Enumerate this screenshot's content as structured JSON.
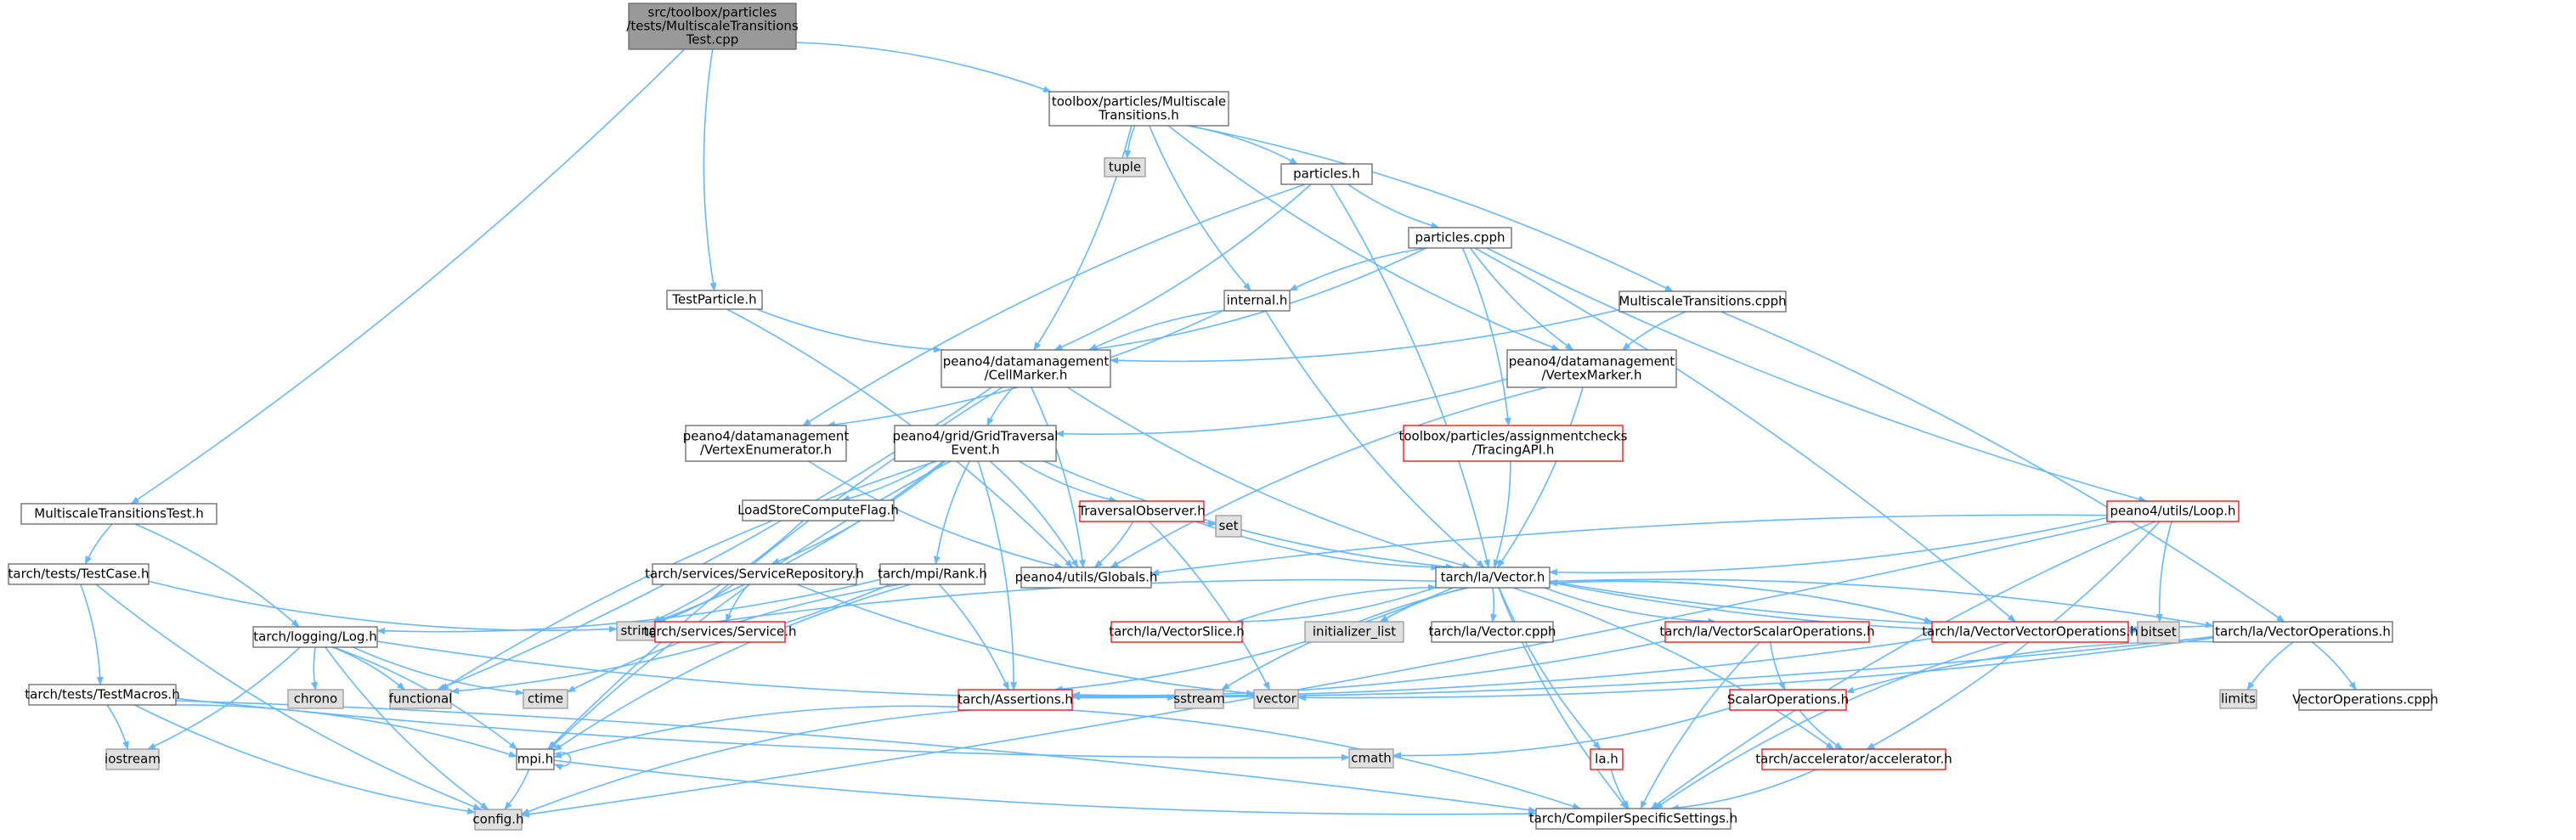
{
  "graph": {
    "nodes": [
      {
        "id": "root",
        "lines": [
          "src/toolbox/particles",
          "/tests/MultiscaleTransitions",
          "Test.cpp"
        ],
        "style": "root"
      },
      {
        "id": "tpMulti",
        "lines": [
          "toolbox/particles/Multiscale",
          "Transitions.h"
        ],
        "style": "normal"
      },
      {
        "id": "testParticle",
        "lines": [
          "TestParticle.h"
        ],
        "style": "normal"
      },
      {
        "id": "multiTest",
        "lines": [
          "MultiscaleTransitionsTest.h"
        ],
        "style": "normal"
      },
      {
        "id": "tuple",
        "lines": [
          "tuple"
        ],
        "style": "system"
      },
      {
        "id": "particlesH",
        "lines": [
          "particles.h"
        ],
        "style": "normal"
      },
      {
        "id": "particlesCpph",
        "lines": [
          "particles.cpph"
        ],
        "style": "normal"
      },
      {
        "id": "internal",
        "lines": [
          "internal.h"
        ],
        "style": "normal"
      },
      {
        "id": "multiCpph",
        "lines": [
          "MultiscaleTransitions.cpph"
        ],
        "style": "normal"
      },
      {
        "id": "cellMarker",
        "lines": [
          "peano4/datamanagement",
          "/CellMarker.h"
        ],
        "style": "normal"
      },
      {
        "id": "vertexMarker",
        "lines": [
          "peano4/datamanagement",
          "/VertexMarker.h"
        ],
        "style": "normal"
      },
      {
        "id": "vertexEnum",
        "lines": [
          "peano4/datamanagement",
          "/VertexEnumerator.h"
        ],
        "style": "normal"
      },
      {
        "id": "gridTraversal",
        "lines": [
          "peano4/grid/GridTraversal",
          "Event.h"
        ],
        "style": "normal"
      },
      {
        "id": "tracing",
        "lines": [
          "toolbox/particles/assignmentchecks",
          "/TracingAPI.h"
        ],
        "style": "truncated"
      },
      {
        "id": "loop",
        "lines": [
          "peano4/utils/Loop.h"
        ],
        "style": "truncated"
      },
      {
        "id": "testCase",
        "lines": [
          "tarch/tests/TestCase.h"
        ],
        "style": "normal"
      },
      {
        "id": "loadStore",
        "lines": [
          "LoadStoreComputeFlag.h"
        ],
        "style": "normal"
      },
      {
        "id": "travObs",
        "lines": [
          "TraversalObserver.h"
        ],
        "style": "truncated"
      },
      {
        "id": "set",
        "lines": [
          "set"
        ],
        "style": "system"
      },
      {
        "id": "globals",
        "lines": [
          "peano4/utils/Globals.h"
        ],
        "style": "normal"
      },
      {
        "id": "vector",
        "lines": [
          "tarch/la/Vector.h"
        ],
        "style": "normal"
      },
      {
        "id": "serviceRepo",
        "lines": [
          "tarch/services/ServiceRepository.h"
        ],
        "style": "normal"
      },
      {
        "id": "rank",
        "lines": [
          "tarch/mpi/Rank.h"
        ],
        "style": "normal"
      },
      {
        "id": "string",
        "lines": [
          "string"
        ],
        "style": "system"
      },
      {
        "id": "service",
        "lines": [
          "tarch/services/Service.h"
        ],
        "style": "truncated"
      },
      {
        "id": "vectorSlice",
        "lines": [
          "tarch/la/VectorSlice.h"
        ],
        "style": "truncated"
      },
      {
        "id": "initList",
        "lines": [
          "initializer_list"
        ],
        "style": "system"
      },
      {
        "id": "vectorCpph",
        "lines": [
          "tarch/la/Vector.cpph"
        ],
        "style": "normal"
      },
      {
        "id": "vecScalarOps",
        "lines": [
          "tarch/la/VectorScalarOperations.h"
        ],
        "style": "truncated"
      },
      {
        "id": "vecVecOps",
        "lines": [
          "tarch/la/VectorVectorOperations.h"
        ],
        "style": "truncated"
      },
      {
        "id": "bitset",
        "lines": [
          "bitset"
        ],
        "style": "system"
      },
      {
        "id": "vecOps",
        "lines": [
          "tarch/la/VectorOperations.h"
        ],
        "style": "normal"
      },
      {
        "id": "log",
        "lines": [
          "tarch/logging/Log.h"
        ],
        "style": "normal"
      },
      {
        "id": "testMacros",
        "lines": [
          "tarch/tests/TestMacros.h"
        ],
        "style": "normal"
      },
      {
        "id": "chrono",
        "lines": [
          "chrono"
        ],
        "style": "system"
      },
      {
        "id": "functional",
        "lines": [
          "functional"
        ],
        "style": "system"
      },
      {
        "id": "ctime",
        "lines": [
          "ctime"
        ],
        "style": "system"
      },
      {
        "id": "assertions",
        "lines": [
          "tarch/Assertions.h"
        ],
        "style": "truncated"
      },
      {
        "id": "sstream",
        "lines": [
          "sstream"
        ],
        "style": "system"
      },
      {
        "id": "vectorStd",
        "lines": [
          "vector"
        ],
        "style": "system"
      },
      {
        "id": "scalarOps",
        "lines": [
          "ScalarOperations.h"
        ],
        "style": "truncated"
      },
      {
        "id": "limits",
        "lines": [
          "limits"
        ],
        "style": "system"
      },
      {
        "id": "vecOpsCpph",
        "lines": [
          "VectorOperations.cpph"
        ],
        "style": "normal"
      },
      {
        "id": "iostream",
        "lines": [
          "iostream"
        ],
        "style": "system"
      },
      {
        "id": "mpi",
        "lines": [
          "mpi.h"
        ],
        "style": "normal"
      },
      {
        "id": "cmath",
        "lines": [
          "cmath"
        ],
        "style": "system"
      },
      {
        "id": "laH",
        "lines": [
          "la.h"
        ],
        "style": "truncated"
      },
      {
        "id": "accel",
        "lines": [
          "tarch/accelerator/accelerator.h"
        ],
        "style": "truncated"
      },
      {
        "id": "config",
        "lines": [
          "config.h"
        ],
        "style": "system"
      },
      {
        "id": "compiler",
        "lines": [
          "tarch/CompilerSpecificSettings.h"
        ],
        "style": "normal"
      }
    ],
    "edges": [
      [
        "root",
        "tpMulti"
      ],
      [
        "root",
        "testParticle"
      ],
      [
        "root",
        "multiTest"
      ],
      [
        "tpMulti",
        "tuple"
      ],
      [
        "tpMulti",
        "particlesH"
      ],
      [
        "tpMulti",
        "internal"
      ],
      [
        "tpMulti",
        "cellMarker"
      ],
      [
        "tpMulti",
        "vertexMarker"
      ],
      [
        "tpMulti",
        "multiCpph"
      ],
      [
        "particlesH",
        "particlesCpph"
      ],
      [
        "particlesH",
        "cellMarker"
      ],
      [
        "particlesH",
        "vertexEnum"
      ],
      [
        "particlesH",
        "vector"
      ],
      [
        "particlesCpph",
        "internal"
      ],
      [
        "particlesCpph",
        "cellMarker"
      ],
      [
        "particlesCpph",
        "vertexMarker"
      ],
      [
        "particlesCpph",
        "tracing"
      ],
      [
        "particlesCpph",
        "loop"
      ],
      [
        "particlesCpph",
        "vecVecOps"
      ],
      [
        "internal",
        "cellMarker"
      ],
      [
        "internal",
        "vertexEnum"
      ],
      [
        "internal",
        "vector"
      ],
      [
        "multiCpph",
        "cellMarker"
      ],
      [
        "multiCpph",
        "vertexMarker"
      ],
      [
        "multiCpph",
        "vecOps"
      ],
      [
        "testParticle",
        "cellMarker"
      ],
      [
        "testParticle",
        "globals"
      ],
      [
        "cellMarker",
        "gridTraversal"
      ],
      [
        "cellMarker",
        "globals"
      ],
      [
        "cellMarker",
        "vector"
      ],
      [
        "cellMarker",
        "functional"
      ],
      [
        "cellMarker",
        "mpi"
      ],
      [
        "vertexMarker",
        "gridTraversal"
      ],
      [
        "vertexMarker",
        "globals"
      ],
      [
        "vertexMarker",
        "vector"
      ],
      [
        "vertexEnum",
        "globals"
      ],
      [
        "gridTraversal",
        "loadStore"
      ],
      [
        "gridTraversal",
        "travObs"
      ],
      [
        "gridTraversal",
        "globals"
      ],
      [
        "gridTraversal",
        "vector"
      ],
      [
        "gridTraversal",
        "serviceRepo"
      ],
      [
        "gridTraversal",
        "rank"
      ],
      [
        "gridTraversal",
        "string"
      ],
      [
        "gridTraversal",
        "functional"
      ],
      [
        "gridTraversal",
        "assertions"
      ],
      [
        "gridTraversal",
        "mpi"
      ],
      [
        "tracing",
        "vector"
      ],
      [
        "loop",
        "globals"
      ],
      [
        "loop",
        "vector"
      ],
      [
        "loop",
        "bitset"
      ],
      [
        "loop",
        "accel"
      ],
      [
        "loop",
        "compiler"
      ],
      [
        "loop",
        "config"
      ],
      [
        "multiTest",
        "testCase"
      ],
      [
        "multiTest",
        "log"
      ],
      [
        "testCase",
        "string"
      ],
      [
        "testCase",
        "testMacros"
      ],
      [
        "testCase",
        "config"
      ],
      [
        "loadStore",
        "string"
      ],
      [
        "travObs",
        "set"
      ],
      [
        "travObs",
        "globals"
      ],
      [
        "travObs",
        "vector"
      ],
      [
        "travObs",
        "vectorStd"
      ],
      [
        "serviceRepo",
        "service"
      ],
      [
        "serviceRepo",
        "string"
      ],
      [
        "serviceRepo",
        "vectorStd"
      ],
      [
        "rank",
        "assertions"
      ],
      [
        "rank",
        "mpi"
      ],
      [
        "rank",
        "functional"
      ],
      [
        "rank",
        "ctime"
      ],
      [
        "rank",
        "log"
      ],
      [
        "vector",
        "string"
      ],
      [
        "vector",
        "vectorSlice"
      ],
      [
        "vector",
        "initList"
      ],
      [
        "vector",
        "vectorCpph"
      ],
      [
        "vector",
        "vecScalarOps"
      ],
      [
        "vector",
        "vecVecOps"
      ],
      [
        "vector",
        "bitset"
      ],
      [
        "vector",
        "vecOps"
      ],
      [
        "vector",
        "sstream"
      ],
      [
        "vector",
        "assertions"
      ],
      [
        "vector",
        "laH"
      ],
      [
        "vector",
        "accel"
      ],
      [
        "vector",
        "compiler"
      ],
      [
        "vectorSlice",
        "vector"
      ],
      [
        "vecVecOps",
        "vector"
      ],
      [
        "vecOps",
        "vector"
      ],
      [
        "vecScalarOps",
        "scalarOps"
      ],
      [
        "vecScalarOps",
        "assertions"
      ],
      [
        "vecScalarOps",
        "compiler"
      ],
      [
        "vecVecOps",
        "assertions"
      ],
      [
        "vecVecOps",
        "compiler"
      ],
      [
        "vecOps",
        "assertions"
      ],
      [
        "vecOps",
        "limits"
      ],
      [
        "vecOps",
        "vecOpsCpph"
      ],
      [
        "vecOps",
        "scalarOps"
      ],
      [
        "vecOps",
        "vectorStd"
      ],
      [
        "scalarOps",
        "accel"
      ],
      [
        "scalarOps",
        "cmath"
      ],
      [
        "log",
        "chrono"
      ],
      [
        "log",
        "functional"
      ],
      [
        "log",
        "ctime"
      ],
      [
        "log",
        "iostream"
      ],
      [
        "log",
        "sstream"
      ],
      [
        "log",
        "mpi"
      ],
      [
        "log",
        "config"
      ],
      [
        "testMacros",
        "iostream"
      ],
      [
        "testMacros",
        "config"
      ],
      [
        "testMacros",
        "mpi"
      ],
      [
        "testMacros",
        "cmath"
      ],
      [
        "testMacros",
        "compiler"
      ],
      [
        "assertions",
        "mpi"
      ],
      [
        "assertions",
        "compiler"
      ],
      [
        "assertions",
        "config"
      ],
      [
        "mpi",
        "config"
      ],
      [
        "mpi",
        "compiler"
      ],
      [
        "mpi",
        "mpi"
      ],
      [
        "laH",
        "compiler"
      ],
      [
        "accel",
        "compiler"
      ]
    ]
  }
}
